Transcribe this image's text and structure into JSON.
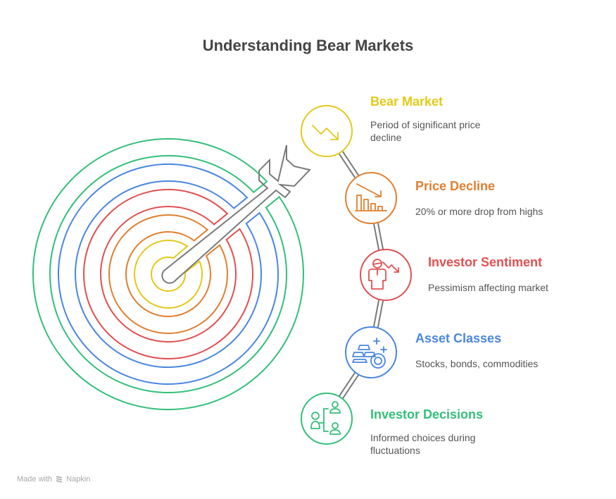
{
  "title": "Understanding Bear Markets",
  "colors": {
    "yellow": "#e3c919",
    "orange": "#e07f2f",
    "red": "#e05050",
    "blue": "#4a86e0",
    "green": "#33bf7a",
    "arrow": "#7a7a7a",
    "text": "#555555"
  },
  "items": [
    {
      "title": "Bear Market",
      "description": "Period of significant price decline",
      "icon": "trend-down-icon",
      "color": "#e3c919"
    },
    {
      "title": "Price Decline",
      "description": "20% or more drop from highs",
      "icon": "bar-chart-decline-icon",
      "color": "#e07f2f"
    },
    {
      "title": "Investor Sentiment",
      "description": "Pessimism affecting market",
      "icon": "person-trend-down-icon",
      "color": "#e05050"
    },
    {
      "title": "Asset Classes",
      "description": "Stocks, bonds, commodities",
      "icon": "gold-bars-coin-icon",
      "color": "#4a86e0"
    },
    {
      "title": "Investor Decisions",
      "description": "Informed choices during fluctuations",
      "icon": "people-hierarchy-icon",
      "color": "#33bf7a"
    }
  ],
  "footer": {
    "prefix": "Made with",
    "brand": "Napkin",
    "icon": "napkin-logo-icon"
  }
}
